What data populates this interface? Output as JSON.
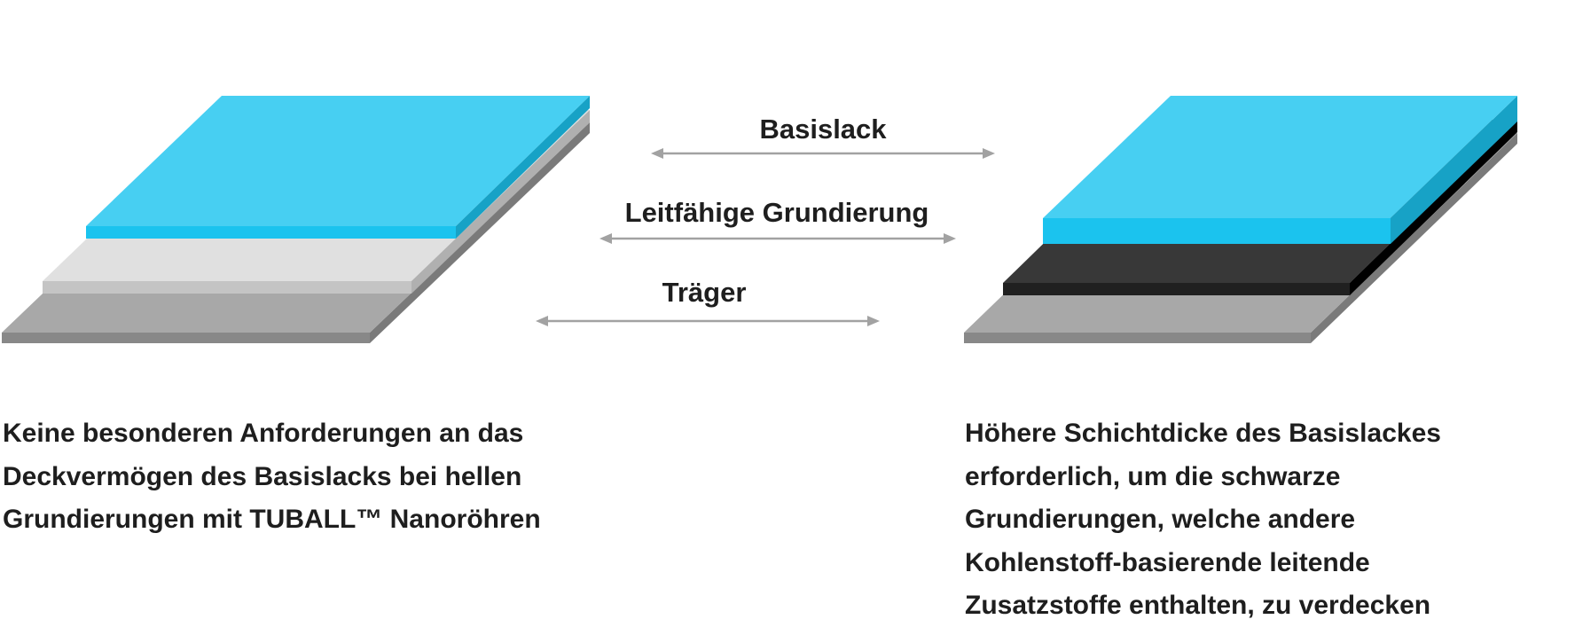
{
  "labels": {
    "basislack": "Basislack",
    "grundierung": "Leitfähige Grundierung",
    "traeger": "Träger"
  },
  "captions": {
    "left": [
      "Keine besonderen Anforderungen an das",
      "Deckvermögen des Basislacks bei hellen",
      "Grundierungen mit TUBALL™ Nanoröhren"
    ],
    "right": [
      "Höhere Schichtdicke des Basislackes",
      "erforderlich, um die schwarze",
      "Grundierungen, welche andere",
      "Kohlenstoff-basierende leitende",
      "Zusatzstoffe enthalten, zu verdecken"
    ]
  },
  "colors": {
    "basecoat_top": "#47cff2",
    "basecoat_front": "#1bc3ee",
    "basecoat_side": "#17a2c6",
    "light_primer_top": "#e0e0e0",
    "light_primer_front": "#c4c4c4",
    "light_primer_side": "#b0b0b0",
    "dark_primer_top": "#383838",
    "dark_primer_front": "#202020",
    "dark_primer_side": "#000000",
    "substrate_top": "#a8a8a8",
    "substrate_front": "#888888",
    "substrate_side": "#7a7a7a",
    "arrow": "#a2a2a2",
    "text": "#1e1e1e"
  }
}
